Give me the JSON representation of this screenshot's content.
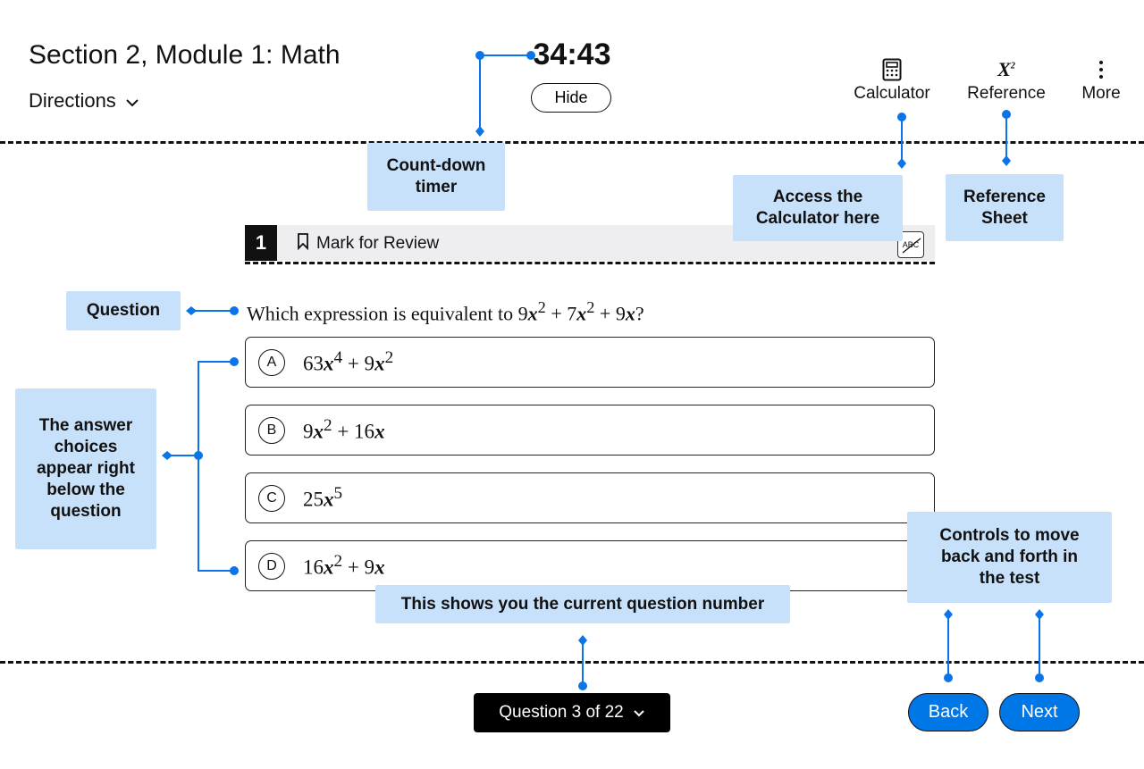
{
  "header": {
    "title": "Section 2, Module 1: Math",
    "directions_label": "Directions",
    "timer": "34:43",
    "hide_label": "Hide",
    "tools": {
      "calculator": "Calculator",
      "reference": "Reference",
      "more": "More"
    }
  },
  "callouts": {
    "timer": "Count-down timer",
    "calculator": "Access the Calculator here",
    "reference": "Reference Sheet",
    "question": "Question",
    "answers": "The answer choices appear right below the question",
    "qnum": "This shows you the current question number",
    "controls": "Controls to move back and forth in the test"
  },
  "question": {
    "number": "1",
    "mark_label": "Mark for Review",
    "abc_label": "ABC",
    "text_prefix": "Which expression is equivalent to 9",
    "text_mid1": "  + 7",
    "text_mid2": " + 9",
    "text_suffix": "?"
  },
  "choices": [
    {
      "letter": "A"
    },
    {
      "letter": "B"
    },
    {
      "letter": "C"
    },
    {
      "letter": "D"
    }
  ],
  "footer": {
    "qnav_label": "Question 3 of 22",
    "back_label": "Back",
    "next_label": "Next"
  },
  "colors": {
    "accent": "#0077e6",
    "callout_bg": "#c8e1fb",
    "connector": "#0a74e8"
  }
}
